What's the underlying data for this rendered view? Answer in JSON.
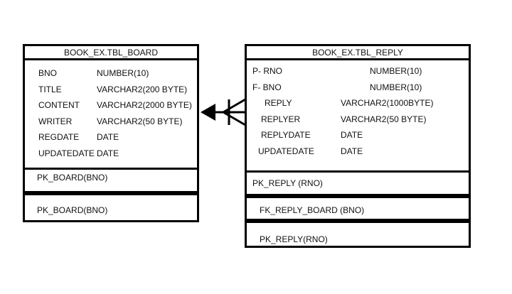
{
  "board": {
    "title": "BOOK_EX.TBL_BOARD",
    "columns": [
      {
        "name": "BNO",
        "type": "NUMBER(10)"
      },
      {
        "name": "TITLE",
        "type": "VARCHAR2(200 BYTE)"
      },
      {
        "name": "CONTENT",
        "type": "VARCHAR2(2000 BYTE)"
      },
      {
        "name": "WRITER",
        "type": "VARCHAR2(50 BYTE)"
      },
      {
        "name": "REGDATE",
        "type": "DATE"
      },
      {
        "name": "UPDATEDATE",
        "type": "DATE"
      }
    ],
    "pk_section": "PK_BOARD(BNO)",
    "pk_index": "PK_BOARD(BNO)"
  },
  "reply": {
    "title": "BOOK_EX.TBL_REPLY",
    "columns": [
      {
        "name": "P- RNO",
        "type": "NUMBER(10)"
      },
      {
        "name": "F- BNO",
        "type": "NUMBER(10)"
      },
      {
        "name": "REPLY",
        "type": "VARCHAR2(1000BYTE)"
      },
      {
        "name": "REPLYER",
        "type": "VARCHAR2(50 BYTE)"
      },
      {
        "name": "REPLYDATE",
        "type": "DATE"
      },
      {
        "name": "UPDATEDATE",
        "type": "DATE"
      }
    ],
    "pk_section": "PK_REPLY (RNO)",
    "fk_index": "FK_REPLY_BOARD (BNO)",
    "pk_index": "PK_REPLY(RNO)"
  }
}
